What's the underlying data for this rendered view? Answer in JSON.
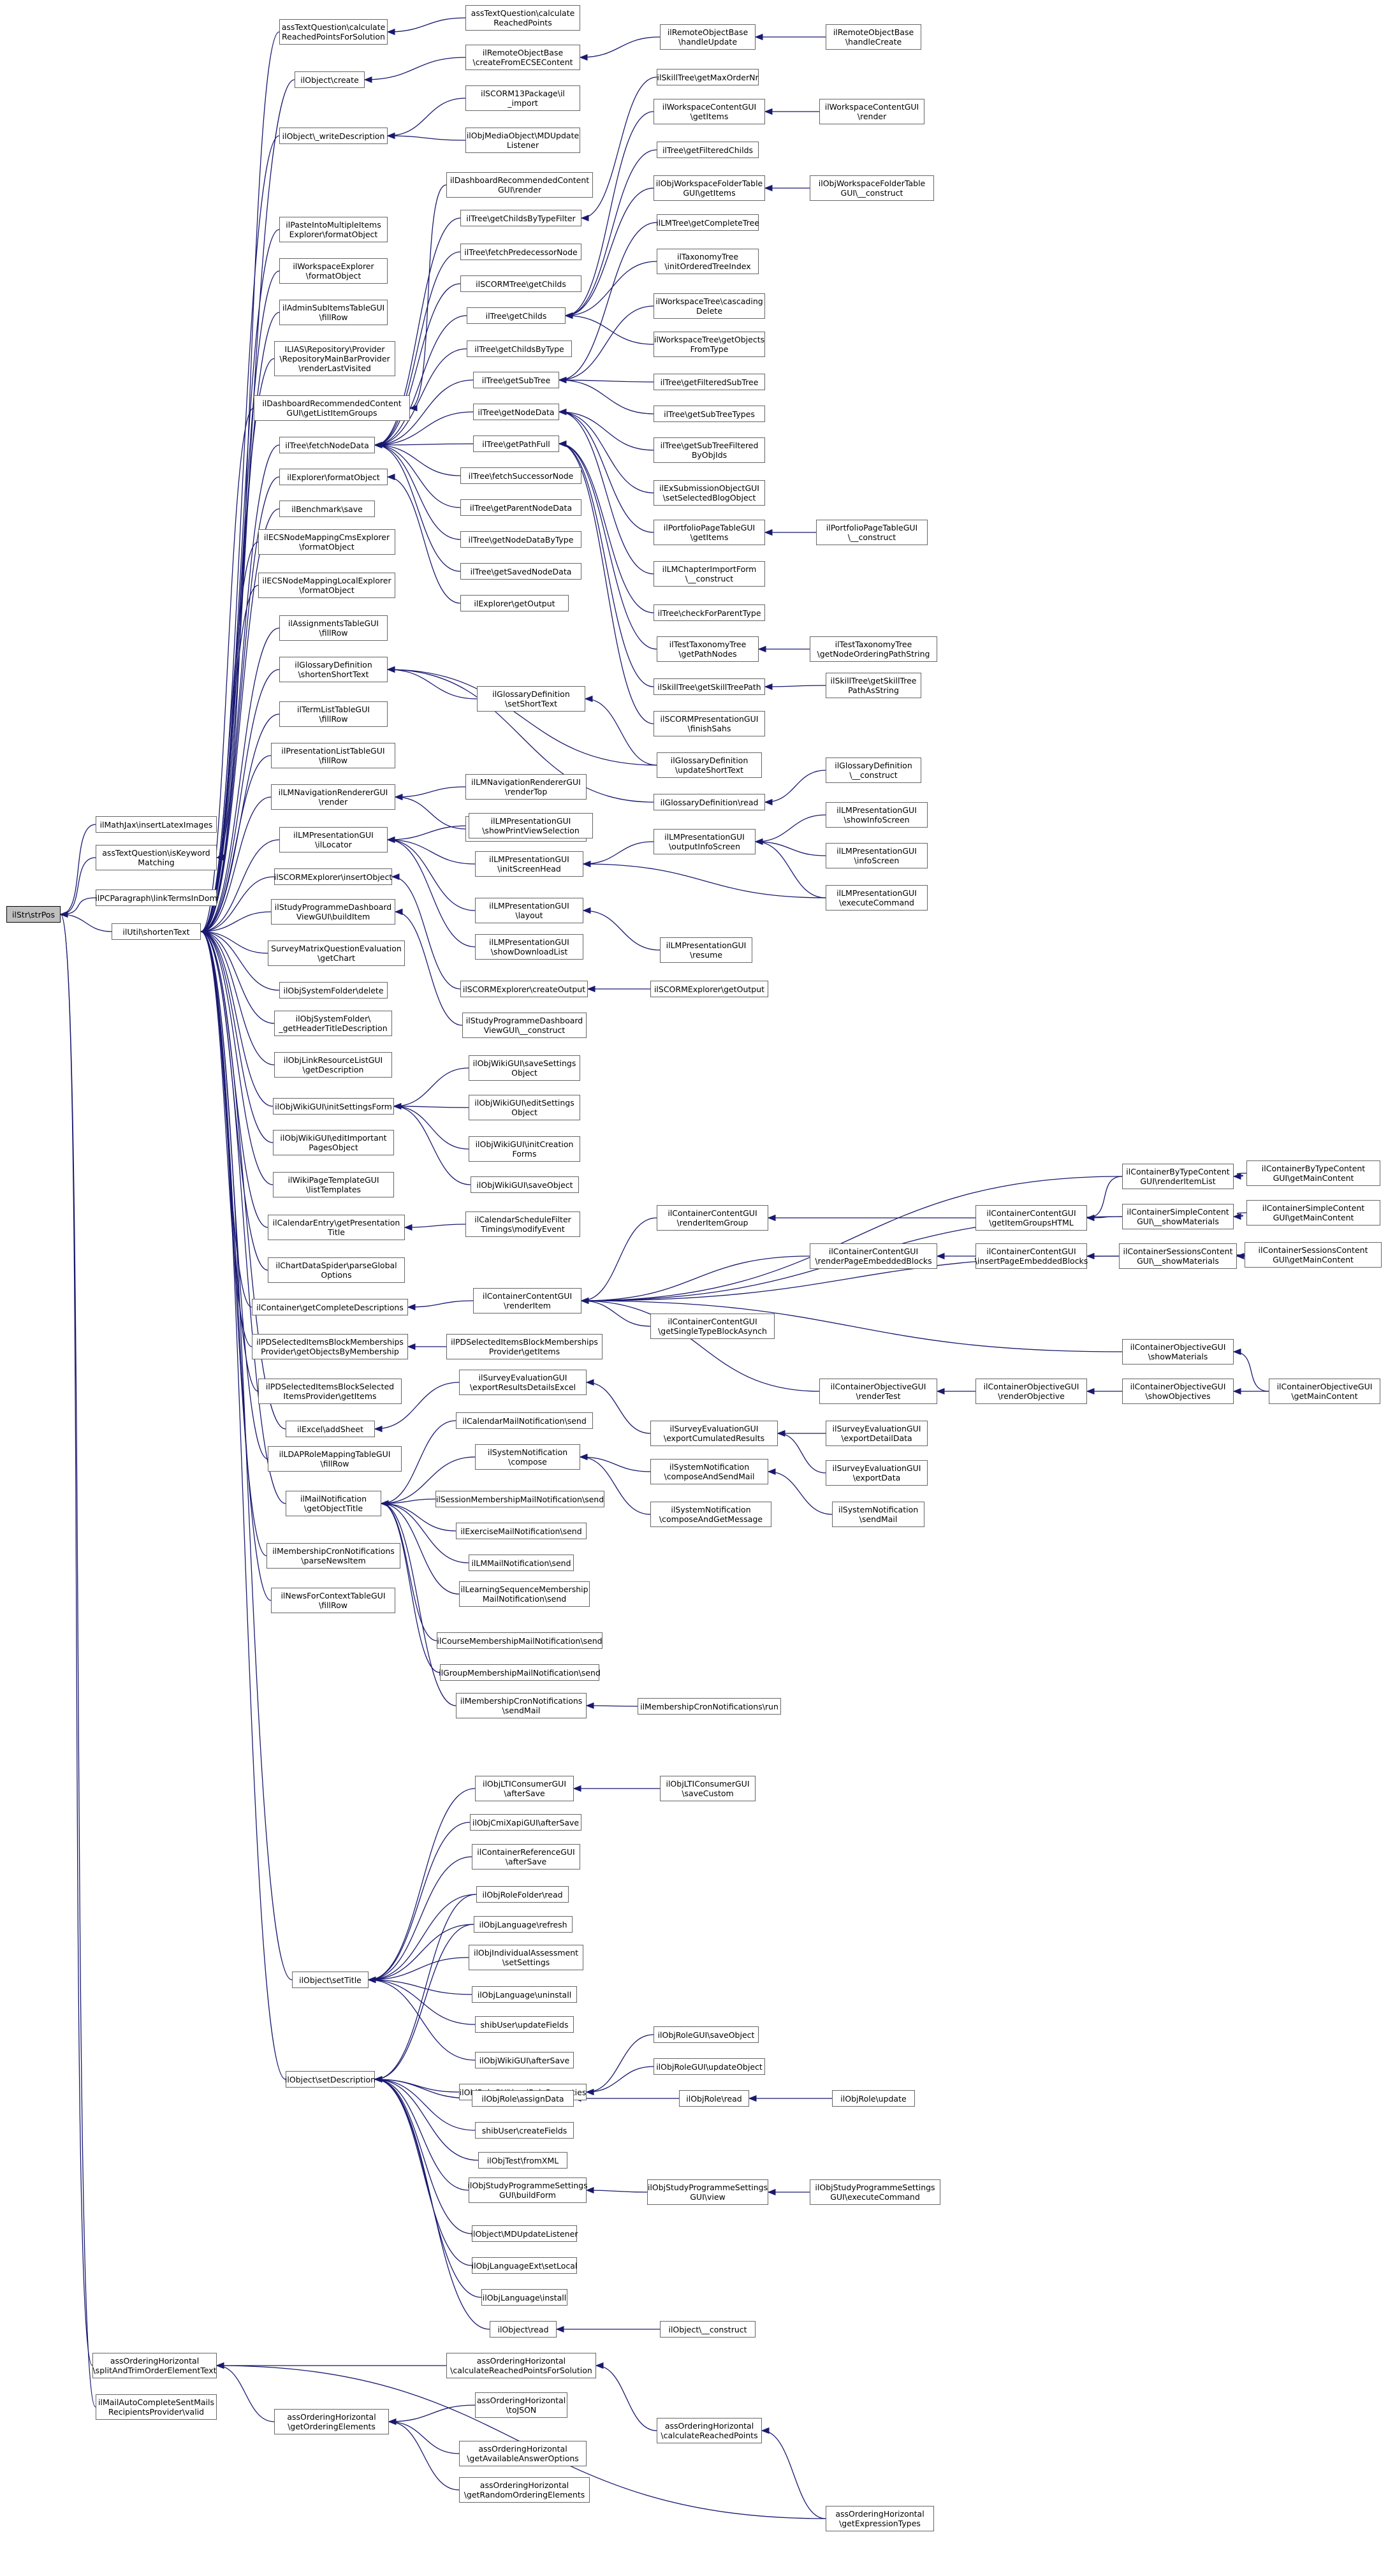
{
  "graph": {
    "edge_color": "#191970",
    "focus_fill": "#bfbfbf",
    "nodes": [
      {
        "id": "strpos",
        "label": "ilStr\\strPos",
        "focus": true
      },
      {
        "id": "mathjax",
        "label": "ilMathJax\\insertLatexImages"
      },
      {
        "id": "asskw",
        "label": "assTextQuestion\\isKeyword\nMatching"
      },
      {
        "id": "pclink",
        "label": "ilPCParagraph\\linkTermsInDom"
      },
      {
        "id": "shorttext",
        "label": "ilUtil\\shortenText"
      },
      {
        "id": "assordsplit",
        "label": "assOrderingHorizontal\n\\splitAndTrimOrderElementText"
      },
      {
        "id": "mailauto",
        "label": "ilMailAutoCompleteSentMails\nRecipientsProvider\\valid"
      },
      {
        "id": "asscalcreach",
        "label": "assTextQuestion\\calculate\nReachedPointsForSolution"
      },
      {
        "id": "asscalcreach2",
        "label": "assTextQuestion\\calculate\nReachedPoints"
      },
      {
        "id": "objcreate",
        "label": "ilObject\\create"
      },
      {
        "id": "remotecreate",
        "label": "ilRemoteObjectBase\n\\createFromECSEContent"
      },
      {
        "id": "remoteupd",
        "label": "ilRemoteObjectBase\n\\handleUpdate"
      },
      {
        "id": "remotehc",
        "label": "ilRemoteObjectBase\n\\handleCreate"
      },
      {
        "id": "objwd",
        "label": "ilObject\\_writeDescription"
      },
      {
        "id": "scorm13",
        "label": "ilSCORM13Package\\il\n_import"
      },
      {
        "id": "objmedia",
        "label": "ilObjMediaObject\\MDUpdate\nListener"
      },
      {
        "id": "dashrender",
        "label": "ilDashboardRecommendedContent\nGUI\\render"
      },
      {
        "id": "treechfilter",
        "label": "ilTree\\getChildsByTypeFilter"
      },
      {
        "id": "treefetchpre",
        "label": "ilTree\\fetchPredecessorNode"
      },
      {
        "id": "scormtreech",
        "label": "ilSCORMTree\\getChilds"
      },
      {
        "id": "treechilds",
        "label": "ilTree\\getChilds"
      },
      {
        "id": "treechbytype",
        "label": "ilTree\\getChildsByType"
      },
      {
        "id": "treesubtree",
        "label": "ilTree\\getSubTree"
      },
      {
        "id": "treenodedata",
        "label": "ilTree\\getNodeData"
      },
      {
        "id": "treepathfull",
        "label": "ilTree\\getPathFull"
      },
      {
        "id": "treefetchsucc",
        "label": "ilTree\\fetchSuccessorNode"
      },
      {
        "id": "treeparent",
        "label": "ilTree\\getParentNodeData"
      },
      {
        "id": "treenodebytype",
        "label": "ilTree\\getNodeDataByType"
      },
      {
        "id": "treesaved",
        "label": "ilTree\\getSavedNodeData"
      },
      {
        "id": "expoutput",
        "label": "ilExplorer\\getOutput"
      },
      {
        "id": "pasteinto",
        "label": "ilPasteIntoMultipleItems\nExplorer\\formatObject"
      },
      {
        "id": "wsexplorer",
        "label": "ilWorkspaceExplorer\n\\formatObject"
      },
      {
        "id": "adminsub",
        "label": "ilAdminSubItemsTableGUI\n\\fillRow"
      },
      {
        "id": "iliasrepo",
        "label": "ILIAS\\Repository\\Provider\n\\RepositoryMainBarProvider\n\\renderLastVisited"
      },
      {
        "id": "dashlist",
        "label": "ilDashboardRecommendedContent\nGUI\\getListItemGroups"
      },
      {
        "id": "treefetch",
        "label": "ilTree\\fetchNodeData"
      },
      {
        "id": "expformat",
        "label": "ilExplorer\\formatObject"
      },
      {
        "id": "benchmark",
        "label": "ilBenchmark\\save"
      },
      {
        "id": "ecscms",
        "label": "ilECSNodeMappingCmsExplorer\n\\formatObject"
      },
      {
        "id": "ecslocal",
        "label": "ilECSNodeMappingLocalExplorer\n\\formatObject"
      },
      {
        "id": "assigntbl",
        "label": "ilAssignmentsTableGUI\n\\fillRow"
      },
      {
        "id": "glossshort",
        "label": "ilGlossaryDefinition\n\\shortenShortText"
      },
      {
        "id": "termlist",
        "label": "ilTermListTableGUI\n\\fillRow"
      },
      {
        "id": "preslist",
        "label": "ilPresentationListTableGUI\n\\fillRow"
      },
      {
        "id": "lmnavrender",
        "label": "ilLMNavigationRendererGUI\n\\render"
      },
      {
        "id": "lmlocator",
        "label": "ilLMPresentationGUI\n\\ilLocator"
      },
      {
        "id": "scormexpins",
        "label": "ilSCORMExplorer\\insertObject"
      },
      {
        "id": "studydash",
        "label": "ilStudyProgrammeDashboard\nViewGUI\\buildItem"
      },
      {
        "id": "surveychart",
        "label": "SurveyMatrixQuestionEvaluation\n\\getChart"
      },
      {
        "id": "sysfolderdel",
        "label": "ilObjSystemFolder\\delete"
      },
      {
        "id": "sysfolderhdr",
        "label": "ilObjSystemFolder\\\n_getHeaderTitleDescription"
      },
      {
        "id": "linkres",
        "label": "ilObjLinkResourceListGUI\n\\getDescription"
      },
      {
        "id": "wikiinit",
        "label": "ilObjWikiGUI\\initSettingsForm"
      },
      {
        "id": "wikiimp",
        "label": "ilObjWikiGUI\\editImportant\nPagesObject"
      },
      {
        "id": "wikitpl",
        "label": "ilWikiPageTemplateGUI\n\\listTemplates"
      },
      {
        "id": "calentry",
        "label": "ilCalendarEntry\\getPresentation\nTitle"
      },
      {
        "id": "chartspider",
        "label": "ilChartDataSpider\\parseGlobal\nOptions"
      },
      {
        "id": "contcomplete",
        "label": "ilContainer\\getCompleteDescriptions"
      },
      {
        "id": "pdsel",
        "label": "ilPDSelectedItemsBlockMemberships\nProvider\\getObjectsByMembership"
      },
      {
        "id": "pdselitems",
        "label": "ilPDSelectedItemsBlockSelected\nItemsProvider\\getItems"
      },
      {
        "id": "excel",
        "label": "ilExcel\\addSheet"
      },
      {
        "id": "ldaprole",
        "label": "ilLDAPRoleMappingTableGUI\n\\fillRow"
      },
      {
        "id": "mailnotif",
        "label": "ilMailNotification\n\\getObjectTitle"
      },
      {
        "id": "membercron",
        "label": "ilMembershipCronNotifications\n\\parseNewsItem"
      },
      {
        "id": "newsctx",
        "label": "ilNewsForContextTableGUI\n\\fillRow"
      },
      {
        "id": "objsettitle",
        "label": "ilObject\\setTitle"
      },
      {
        "id": "objsetdesc",
        "label": "ilObject\\setDescription"
      },
      {
        "id": "assordgetel",
        "label": "assOrderingHorizontal\n\\getOrderingElements"
      },
      {
        "id": "skilltreemax",
        "label": "ilSkillTree\\getMaxOrderNr"
      },
      {
        "id": "wscgetitems",
        "label": "ilWorkspaceContentGUI\n\\getItems"
      },
      {
        "id": "wscrender",
        "label": "ilWorkspaceContentGUI\n\\render"
      },
      {
        "id": "treefiltered",
        "label": "ilTree\\getFilteredChilds"
      },
      {
        "id": "wsfoldertbl",
        "label": "ilObjWorkspaceFolderTable\nGUI\\getItems"
      },
      {
        "id": "wsfolderctor",
        "label": "ilObjWorkspaceFolderTable\nGUI\\__construct"
      },
      {
        "id": "lmtreecomplete",
        "label": "ilLMTree\\getCompleteTree"
      },
      {
        "id": "taxordered",
        "label": "ilTaxonomyTree\n\\initOrderedTreeIndex"
      },
      {
        "id": "wstreecascade",
        "label": "ilWorkspaceTree\\cascading\nDelete"
      },
      {
        "id": "wstreeobjs",
        "label": "ilWorkspaceTree\\getObjects\nFromType"
      },
      {
        "id": "treefilteredsub",
        "label": "ilTree\\getFilteredSubTree"
      },
      {
        "id": "treesubtypes",
        "label": "ilTree\\getSubTreeTypes"
      },
      {
        "id": "treesubfiltered",
        "label": "ilTree\\getSubTreeFiltered\nByObjIds"
      },
      {
        "id": "exsubmission",
        "label": "ilExSubmissionObjectGUI\n\\setSelectedBlogObject"
      },
      {
        "id": "portfolioitems",
        "label": "ilPortfolioPageTableGUI\n\\getItems"
      },
      {
        "id": "portfolioctor",
        "label": "ilPortfolioPageTableGUI\n\\__construct"
      },
      {
        "id": "lmchapter",
        "label": "ilLMChapterImportForm\n\\__construct"
      },
      {
        "id": "treecheckparent",
        "label": "ilTree\\checkForParentType"
      },
      {
        "id": "testtaxpath",
        "label": "ilTestTaxonomyTree\n\\getPathNodes"
      },
      {
        "id": "testtaxorder",
        "label": "ilTestTaxonomyTree\n\\getNodeOrderingPathString"
      },
      {
        "id": "skillpath",
        "label": "ilSkillTree\\getSkillTreePath"
      },
      {
        "id": "skillpathstr",
        "label": "ilSkillTree\\getSkillTree\nPathAsString"
      },
      {
        "id": "scormfinish",
        "label": "ilSCORMPresentationGUI\n\\finishSahs"
      },
      {
        "id": "glossupd",
        "label": "ilGlossaryDefinition\n\\updateShortText"
      },
      {
        "id": "glossset",
        "label": "ilGlossaryDefinition\n\\setShortText"
      },
      {
        "id": "glossread",
        "label": "ilGlossaryDefinition\\read"
      },
      {
        "id": "glossctor",
        "label": "ilGlossaryDefinition\n\\__construct"
      },
      {
        "id": "lmnavtop",
        "label": "ilLMNavigationRendererGUI\n\\renderTop"
      },
      {
        "id": "lmnavbottom",
        "label": "ilLMNavigationRendererGUI\n\\renderBottom"
      },
      {
        "id": "lmprintview",
        "label": "ilLMPresentationGUI\n\\showPrintViewSelection"
      },
      {
        "id": "lminitscreen",
        "label": "ilLMPresentationGUI\n\\initScreenHead"
      },
      {
        "id": "lmoutinfo",
        "label": "ilLMPresentationGUI\n\\outputInfoScreen"
      },
      {
        "id": "lmshowinfo",
        "label": "ilLMPresentationGUI\n\\showInfoScreen"
      },
      {
        "id": "lminfoscreen",
        "label": "ilLMPresentationGUI\n\\infoScreen"
      },
      {
        "id": "lmexec",
        "label": "ilLMPresentationGUI\n\\executeCommand"
      },
      {
        "id": "lmlayout",
        "label": "ilLMPresentationGUI\n\\layout"
      },
      {
        "id": "lmresume",
        "label": "ilLMPresentationGUI\n\\resume"
      },
      {
        "id": "lmdownload",
        "label": "ilLMPresentationGUI\n\\showDownloadList"
      },
      {
        "id": "scormcreateout",
        "label": "ilSCORMExplorer\\createOutput"
      },
      {
        "id": "scormgetout",
        "label": "ilSCORMExplorer\\getOutput"
      },
      {
        "id": "studydashctor",
        "label": "ilStudyProgrammeDashboard\nViewGUI\\__construct"
      },
      {
        "id": "wikisave",
        "label": "ilObjWikiGUI\\saveSettings\nObject"
      },
      {
        "id": "wikiedit",
        "label": "ilObjWikiGUI\\editSettings\nObject"
      },
      {
        "id": "wikicreation",
        "label": "ilObjWikiGUI\\initCreation\nForms"
      },
      {
        "id": "wikisaveobj",
        "label": "ilObjWikiGUI\\saveObject"
      },
      {
        "id": "calfilter",
        "label": "ilCalendarScheduleFilter\nTimings\\modifyEvent"
      },
      {
        "id": "ccrenderitem",
        "label": "ilContainerContentGUI\n\\renderItem"
      },
      {
        "id": "ccrendergroup",
        "label": "ilContainerContentGUI\n\\renderItemGroup"
      },
      {
        "id": "ccgetgroups",
        "label": "ilContainerContentGUI\n\\getItemGroupsHTML"
      },
      {
        "id": "ccrenderpage",
        "label": "ilContainerContentGUI\n\\renderPageEmbeddedBlocks"
      },
      {
        "id": "ccinsertpage",
        "label": "ilContainerContentGUI\n\\insertPageEmbeddedBlocks"
      },
      {
        "id": "ccsingleblock",
        "label": "ilContainerContentGUI\n\\getSingleTypeBlockAsynch"
      },
      {
        "id": "bytyperender",
        "label": "ilContainerByTypeContent\nGUI\\renderItemList"
      },
      {
        "id": "bytypemain",
        "label": "ilContainerByTypeContent\nGUI\\getMainContent"
      },
      {
        "id": "simpleshow",
        "label": "ilContainerSimpleContent\nGUI\\__showMaterials"
      },
      {
        "id": "simplemain",
        "label": "ilContainerSimpleContent\nGUI\\getMainContent"
      },
      {
        "id": "sessionsshow",
        "label": "ilContainerSessionsContent\nGUI\\__showMaterials"
      },
      {
        "id": "sessionsmain",
        "label": "ilContainerSessionsContent\nGUI\\getMainContent"
      },
      {
        "id": "objshowmat",
        "label": "ilContainerObjectiveGUI\n\\showMaterials"
      },
      {
        "id": "objrendertest",
        "label": "ilContainerObjectiveGUI\n\\renderTest"
      },
      {
        "id": "objrenderobj",
        "label": "ilContainerObjectiveGUI\n\\renderObjective"
      },
      {
        "id": "objshowobj",
        "label": "ilContainerObjectiveGUI\n\\showObjectives"
      },
      {
        "id": "objmain",
        "label": "ilContainerObjectiveGUI\n\\getMainContent"
      },
      {
        "id": "pdselmem",
        "label": "ilPDSelectedItemsBlockMemberships\nProvider\\getItems"
      },
      {
        "id": "surveyexport",
        "label": "ilSurveyEvaluationGUI\n\\exportResultsDetailsExcel"
      },
      {
        "id": "surveycumul",
        "label": "ilSurveyEvaluationGUI\n\\exportCumulatedResults"
      },
      {
        "id": "surveydetail",
        "label": "ilSurveyEvaluationGUI\n\\exportDetailData"
      },
      {
        "id": "surveydata",
        "label": "ilSurveyEvaluationGUI\n\\exportData"
      },
      {
        "id": "calmail",
        "label": "ilCalendarMailNotification\\send"
      },
      {
        "id": "sysnotcompose",
        "label": "ilSystemNotification\n\\compose"
      },
      {
        "id": "sysnotsend",
        "label": "ilSystemNotification\n\\composeAndSendMail"
      },
      {
        "id": "sysnotget",
        "label": "ilSystemNotification\n\\composeAndGetMessage"
      },
      {
        "id": "sysnotsendmail",
        "label": "ilSystemNotification\n\\sendMail"
      },
      {
        "id": "sessionmember",
        "label": "ilSessionMembershipMailNotification\\send"
      },
      {
        "id": "exercisemail",
        "label": "ilExerciseMailNotification\\send"
      },
      {
        "id": "lmmail",
        "label": "ilLMMailNotification\\send"
      },
      {
        "id": "learnseq",
        "label": "ilLearningSequenceMembership\nMailNotification\\send"
      },
      {
        "id": "coursemail",
        "label": "ilCourseMembershipMailNotification\\send"
      },
      {
        "id": "groupmail",
        "label": "ilGroupMembershipMailNotification\\send"
      },
      {
        "id": "membersend",
        "label": "ilMembershipCronNotifications\n\\sendMail"
      },
      {
        "id": "memberrun",
        "label": "ilMembershipCronNotifications\\run"
      },
      {
        "id": "ltiafter",
        "label": "ilObjLTIConsumerGUI\n\\afterSave"
      },
      {
        "id": "lticustom",
        "label": "ilObjLTIConsumerGUI\n\\saveCustom"
      },
      {
        "id": "cmix",
        "label": "ilObjCmiXapiGUI\\afterSave"
      },
      {
        "id": "contref",
        "label": "ilContainerReferenceGUI\n\\afterSave"
      },
      {
        "id": "rolefolder",
        "label": "ilObjRoleFolder\\read"
      },
      {
        "id": "langrefresh",
        "label": "ilObjLanguage\\refresh"
      },
      {
        "id": "indivassess",
        "label": "ilObjIndividualAssessment\n\\setSettings"
      },
      {
        "id": "languninstall",
        "label": "ilObjLanguage\\uninstall"
      },
      {
        "id": "shibupdate",
        "label": "shibUser\\updateFields"
      },
      {
        "id": "wikiafter",
        "label": "ilObjWikiGUI\\afterSave"
      },
      {
        "id": "roleload",
        "label": "ilObjRoleGUI\\loadRoleProperties"
      },
      {
        "id": "rolesaveobj",
        "label": "ilObjRoleGUI\\saveObject"
      },
      {
        "id": "roleupdobj",
        "label": "ilObjRoleGUI\\updateObject"
      },
      {
        "id": "roleassign",
        "label": "ilObjRole\\assignData"
      },
      {
        "id": "roleread",
        "label": "ilObjRole\\read"
      },
      {
        "id": "roleupdate",
        "label": "ilObjRole\\update"
      },
      {
        "id": "shibcreate",
        "label": "shibUser\\createFields"
      },
      {
        "id": "testfromxml",
        "label": "ilObjTest\\fromXML"
      },
      {
        "id": "studybuild",
        "label": "ilObjStudyProgrammeSettings\nGUI\\buildForm"
      },
      {
        "id": "studyview",
        "label": "ilObjStudyProgrammeSettings\nGUI\\view"
      },
      {
        "id": "studyexec",
        "label": "ilObjStudyProgrammeSettings\nGUI\\executeCommand"
      },
      {
        "id": "objmdupd",
        "label": "ilObject\\MDUpdateListener"
      },
      {
        "id": "langextlocal",
        "label": "ilObjLanguageExt\\setLocal"
      },
      {
        "id": "langinstall",
        "label": "ilObjLanguage\\install"
      },
      {
        "id": "objread",
        "label": "ilObject\\read"
      },
      {
        "id": "objctor",
        "label": "ilObject\\__construct"
      },
      {
        "id": "assordcalcpts",
        "label": "assOrderingHorizontal\n\\calculateReachedPointsForSolution"
      },
      {
        "id": "assordjson",
        "label": "assOrderingHorizontal\n\\toJSON"
      },
      {
        "id": "assordavail",
        "label": "assOrderingHorizontal\n\\getAvailableAnswerOptions"
      },
      {
        "id": "assordrandom",
        "label": "assOrderingHorizontal\n\\getRandomOrderingElements"
      },
      {
        "id": "assordcalc",
        "label": "assOrderingHorizontal\n\\calculateReachedPoints"
      },
      {
        "id": "assordexpr",
        "label": "assOrderingHorizontal\n\\getExpressionTypes"
      }
    ]
  }
}
